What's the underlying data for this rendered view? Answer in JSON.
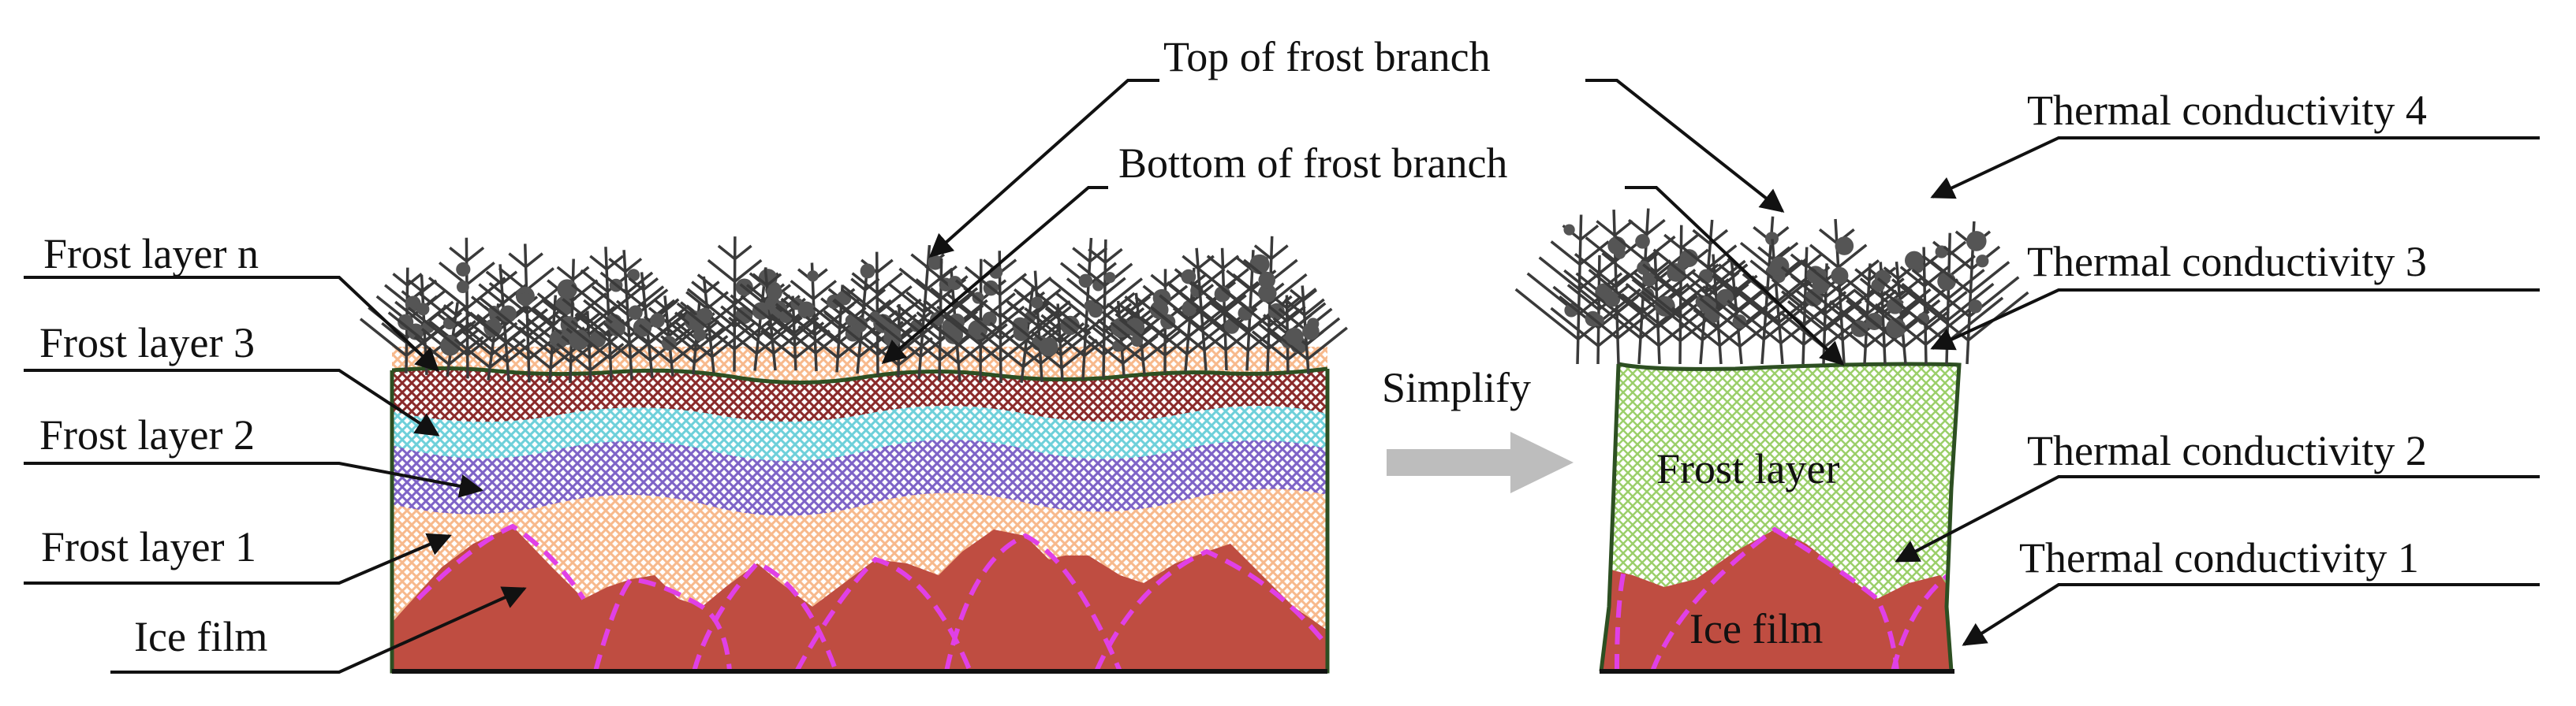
{
  "labels": {
    "top_branch": "Top of frost branch",
    "bottom_branch": "Bottom of frost branch",
    "frost_layer_n": "Frost layer n",
    "frost_layer_3": "Frost layer 3",
    "frost_layer_2": "Frost layer 2",
    "frost_layer_1": "Frost layer 1",
    "ice_film_left": "Ice film",
    "simplify": "Simplify",
    "frost_layer_right": "Frost layer",
    "ice_film_right": "Ice film",
    "tc4": "Thermal conductivity 4",
    "tc3": "Thermal conductivity 3",
    "tc2": "Thermal conductivity 2",
    "tc1": "Thermal conductivity 1"
  },
  "colors": {
    "ice": "#bf4d41",
    "ice_dash": "#e040e6",
    "layer_n": "#8a2a2a",
    "layer_3": "#6ed0da",
    "layer_2": "#7e63c7",
    "layer_1": "#f7b98c",
    "frost_right": "#9bcf6a",
    "frost_branch": "#3a3a3a",
    "arrow": "#111111",
    "simplify_arrow": "#bdbdbd"
  }
}
